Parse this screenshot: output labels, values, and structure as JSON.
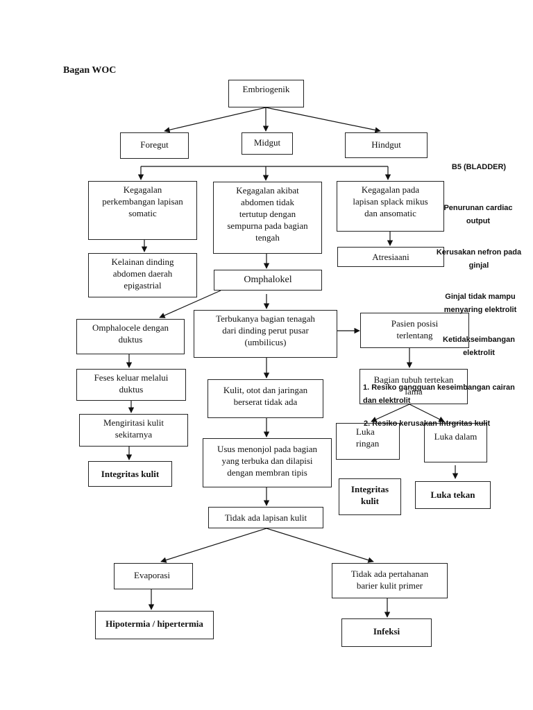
{
  "title": "Bagan WOC",
  "nodes": {
    "embriogenik": "Embriogenik",
    "foregut": "Foregut",
    "midgut": "Midgut",
    "hindgut": "Hindgut",
    "kegagalan_somatic": "Kegagalan\nperkembangan lapisan\nsomatic",
    "kegagalan_abdomen": "Kegagalan akibat\nabdomen tidak\ntertutup dengan\nsempurna pada bagian\ntengah",
    "kegagalan_splack": "Kegagalan pada\nlapisan splack mikus\ndan ansomatic",
    "kelainan_dinding": "Kelainan dinding\nabdomen daerah\nepigastrial",
    "omphalokel": "Omphalokel",
    "atresiaani": "Atresiaani",
    "omphalocele_duktus": "Omphalocele dengan\nduktus",
    "terbukanya": "Terbukanya bagian tenagah\ndari dinding perut pusar\n(umbilicus)",
    "pasien_posisi": "Pasien posisi\nterlentang",
    "feses": "Feses keluar melalui\nduktus",
    "kulit_otot": "Kulit, otot dan jaringan\nberserat tidak ada",
    "bagian_tubuh": "Bagian tubuh tertekan\nlama",
    "mengiritasi": "Mengiritasi kulit\nsekitarnya",
    "usus": "Usus menonjol pada bagian\nyang terbuka dan dilapisi\ndengan membran tipis",
    "luka_ringan": "Luka\nringan",
    "luka_dalam": "Luka dalam",
    "integritas_kulit_left": "Integritas kulit",
    "integritas_kulit_right": "Integritas\nkulit",
    "luka_tekan": "Luka tekan",
    "tidak_ada_lapisan": "Tidak ada lapisan kulit",
    "evaporasi": "Evaporasi",
    "tidak_ada_pertahanan": "Tidak ada pertahanan\nbarier kulit primer",
    "hipotermia": "Hipotermia / hipertermia",
    "infeksi": "Infeksi"
  },
  "notes": {
    "b5": "B5 (BLADDER)",
    "penurunan": "Penurunan cardiac\noutput",
    "kerusakan_nefron": "Kerusakan nefron pada\nginjal",
    "ginjal": "Ginjal tidak mampu\nmenyaring elektrolit",
    "ketidakseimbangan": "Ketidakseimbangan\nelektrolit",
    "resiko1": "1. Resiko gangguan keseimbangan cairan\ndan elektrolit",
    "resiko2": "2. Resiko kerusakan intrgritas kulit"
  }
}
